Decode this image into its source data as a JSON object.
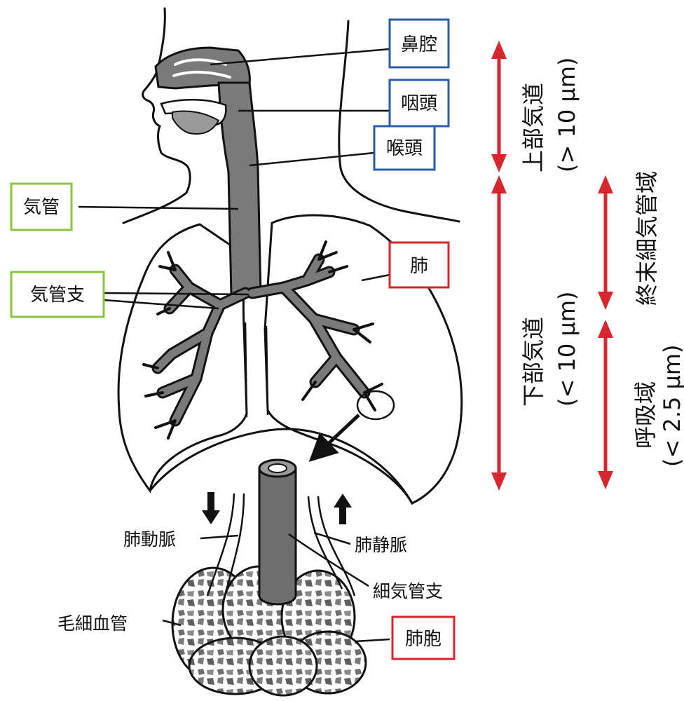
{
  "labels": {
    "nasal_cavity": "鼻腔",
    "pharynx": "咽頭",
    "larynx": "喉頭",
    "trachea": "気管",
    "bronchi": "気管支",
    "lung": "肺",
    "pulmonary_artery": "肺動脈",
    "pulmonary_vein": "肺静脈",
    "bronchiole": "細気管支",
    "capillary": "毛細血管",
    "alveolus": "肺胞"
  },
  "regions": {
    "upper_airway": {
      "name": "上部気道",
      "size": "(> 10 µm)"
    },
    "lower_airway": {
      "name": "下部気道",
      "size": "(< 10 µm)"
    },
    "terminal_bronchiole": {
      "name": "終末細気管域"
    },
    "respiratory_region": {
      "name": "呼吸域",
      "size": "(< 2.5 µm)"
    }
  },
  "colors": {
    "upper_box": "#2a5caa",
    "trachea_box": "#8cc63f",
    "lung_box": "#d8262f",
    "arrow": "#d7262e",
    "airway_fill": "#7a7a7a",
    "outline": "#111111"
  }
}
